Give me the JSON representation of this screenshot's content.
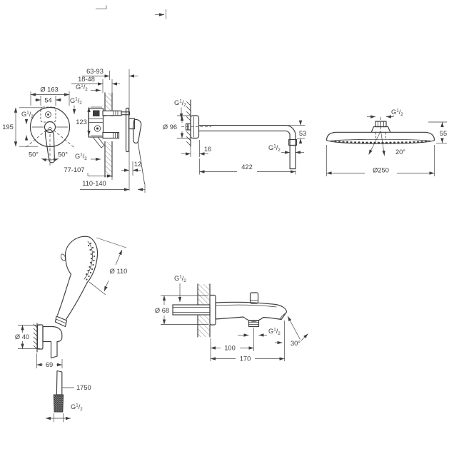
{
  "style": {
    "background": "#ffffff",
    "line_color": "#3c3c3c"
  },
  "labels": {
    "thread": {
      "g": "G",
      "sup": "1",
      "slash": "/",
      "sub": "2"
    }
  },
  "views": {
    "mixer_front": {
      "name": "concealed shower mixer - front view",
      "dims": {
        "plate_diameter": "Ø 163",
        "cartridge_width": "54",
        "height": "195",
        "swivel_left": "50°",
        "swivel_right": "50°"
      }
    },
    "mixer_side": {
      "name": "concealed shower mixer - side section",
      "dims": {
        "depth_range_outer": "63-93",
        "depth_range_inner": "18-48",
        "port_distance": "123",
        "plate_offset": "12",
        "install_depth_a": "77-107",
        "install_depth_b": "110-140"
      }
    },
    "shower_arm": {
      "name": "wall shower arm",
      "dims": {
        "flange_diameter": "Ø 96",
        "wall_offset": "16",
        "drop": "53",
        "length": "422"
      }
    },
    "head_shower": {
      "name": "overhead shower",
      "dims": {
        "height": "55",
        "spray_angle": "20°",
        "diameter": "Ø250"
      }
    },
    "hand_shower": {
      "name": "hand shower with wall holder and hose",
      "dims": {
        "head_diameter": "Ø 110",
        "holder_diameter": "Ø 40",
        "holder_depth": "69",
        "hose_length": "1750"
      }
    },
    "bath_spout": {
      "name": "bath spout with diverter",
      "dims": {
        "flange_diameter": "Ø 68",
        "outlet_distance": "100",
        "length": "170",
        "spout_angle": "30°"
      }
    }
  }
}
